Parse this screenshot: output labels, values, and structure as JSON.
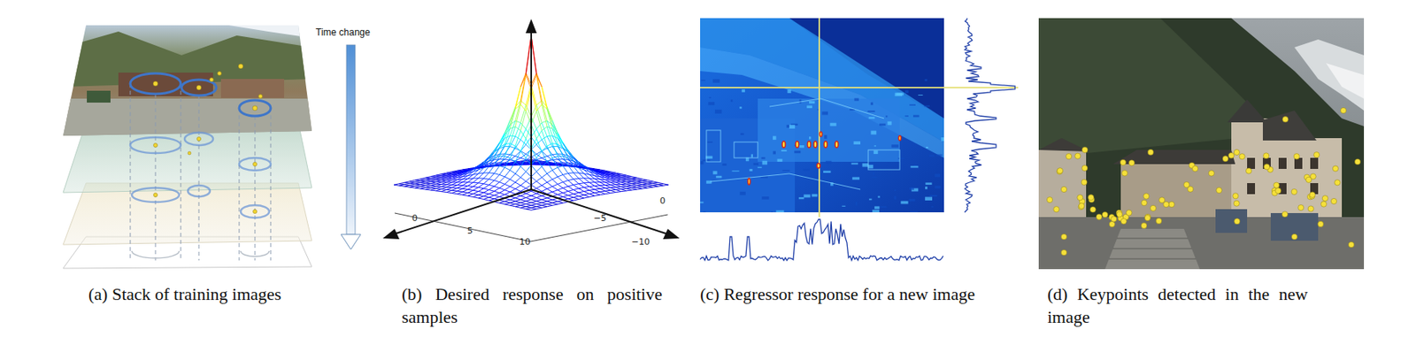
{
  "diagram": {
    "labels": [
      "Time change",
      "0",
      "5",
      "10",
      "−5",
      "0",
      "−10",
      "(a) Stack of training images",
      "(b) Desired response on positive samples",
      "(c) Regressor response for a new image",
      "(d) Keypoints detected in the new image"
    ]
  }
}
